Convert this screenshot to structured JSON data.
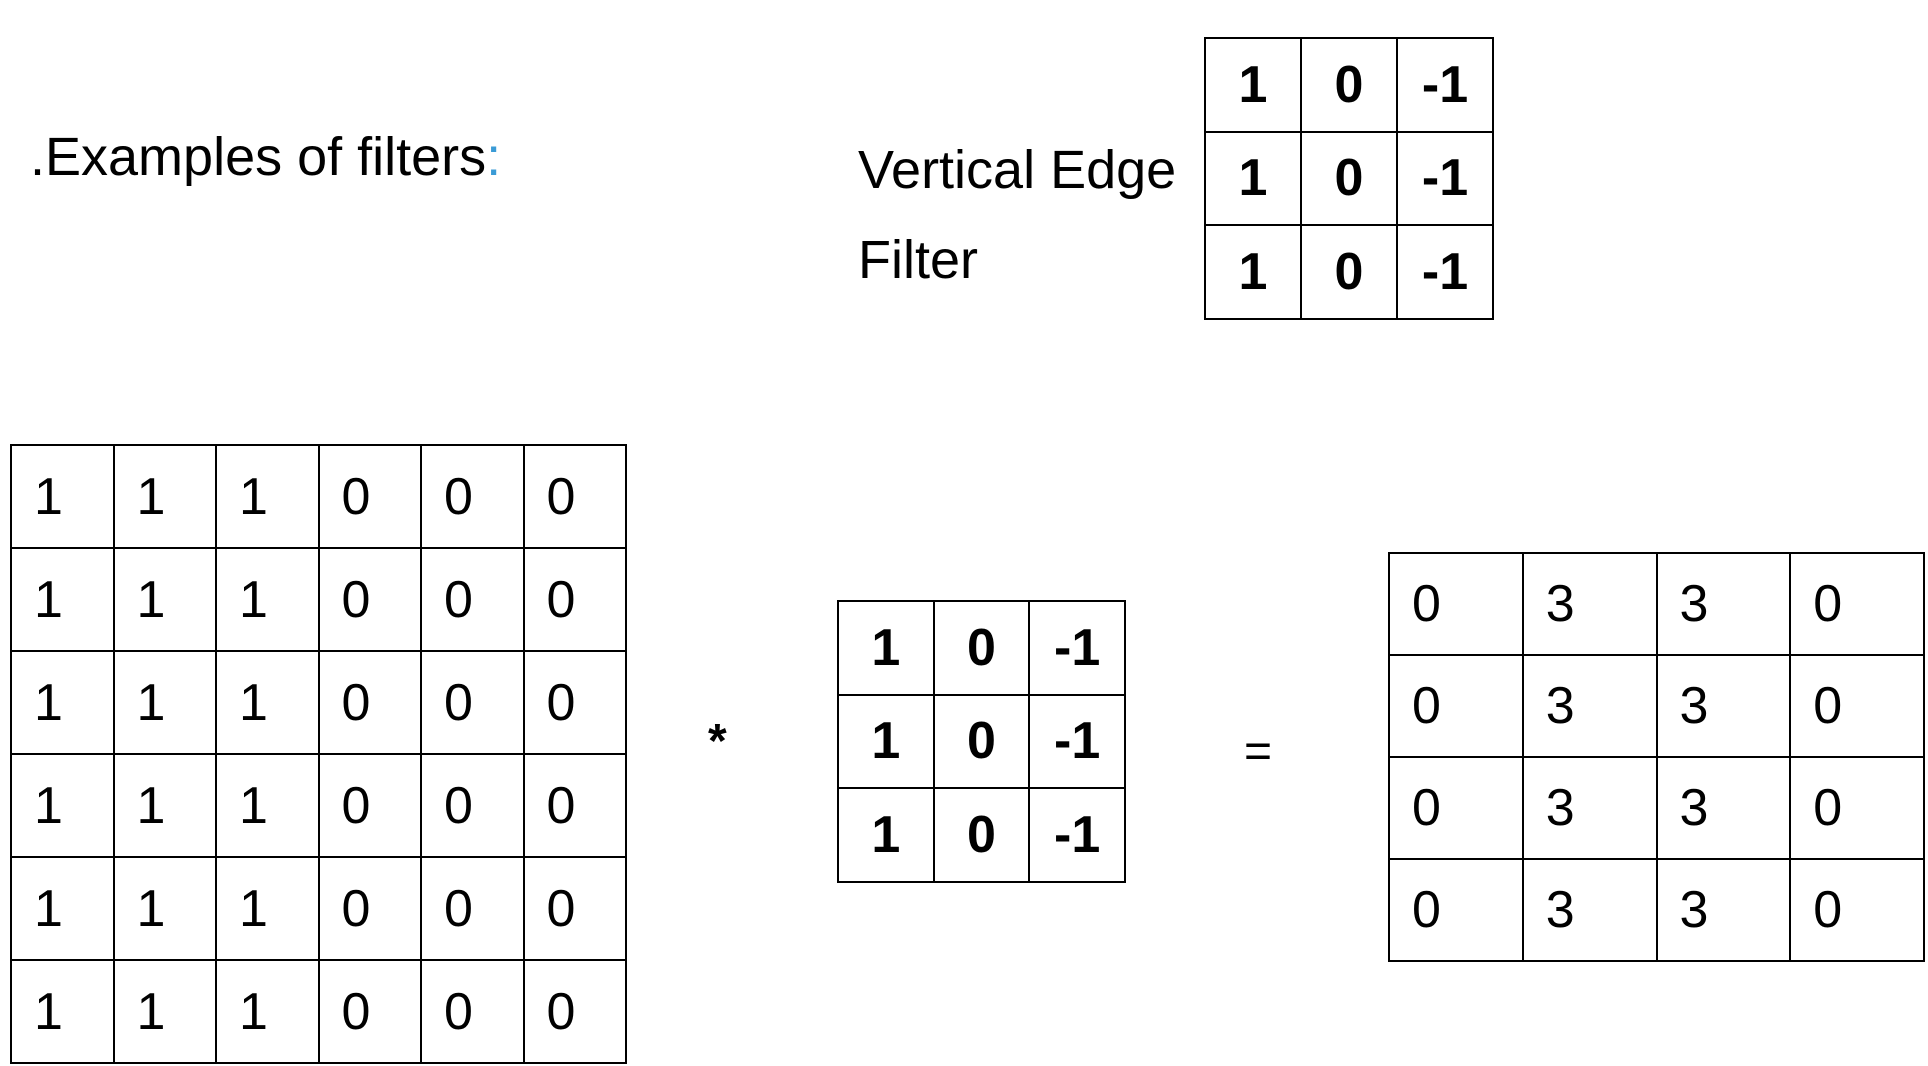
{
  "heading": {
    "text": ".Examples of filters",
    "colon": ":",
    "colon_color": "#3a9bd6"
  },
  "filter_caption": {
    "line1": "Vertical Edge",
    "line2": "Filter"
  },
  "vertical_edge_filter": [
    [
      "1",
      "0",
      "-1"
    ],
    [
      "1",
      "0",
      "-1"
    ],
    [
      "1",
      "0",
      "-1"
    ]
  ],
  "input_matrix": [
    [
      "1",
      "1",
      "1",
      "0",
      "0",
      "0"
    ],
    [
      "1",
      "1",
      "1",
      "0",
      "0",
      "0"
    ],
    [
      "1",
      "1",
      "1",
      "0",
      "0",
      "0"
    ],
    [
      "1",
      "1",
      "1",
      "0",
      "0",
      "0"
    ],
    [
      "1",
      "1",
      "1",
      "0",
      "0",
      "0"
    ],
    [
      "1",
      "1",
      "1",
      "0",
      "0",
      "0"
    ]
  ],
  "kernel_matrix": [
    [
      "1",
      "0",
      "-1"
    ],
    [
      "1",
      "0",
      "-1"
    ],
    [
      "1",
      "0",
      "-1"
    ]
  ],
  "output_matrix": [
    [
      "0",
      "3",
      "3",
      "0"
    ],
    [
      "0",
      "3",
      "3",
      "0"
    ],
    [
      "0",
      "3",
      "3",
      "0"
    ],
    [
      "0",
      "3",
      "3",
      "0"
    ]
  ],
  "operators": {
    "convolution": "*",
    "equals": "="
  }
}
